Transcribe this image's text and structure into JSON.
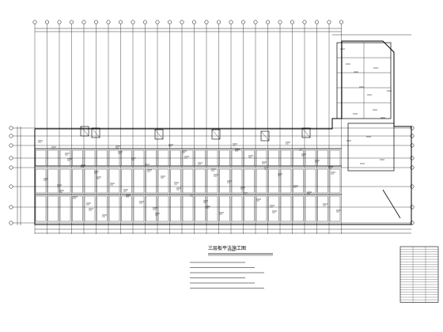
{
  "drawing": {
    "title": "三层板平法施工图",
    "scale": "1:100",
    "line_color": "#000000",
    "background": "#ffffff",
    "notes_count": 6,
    "table_rows": 22
  }
}
